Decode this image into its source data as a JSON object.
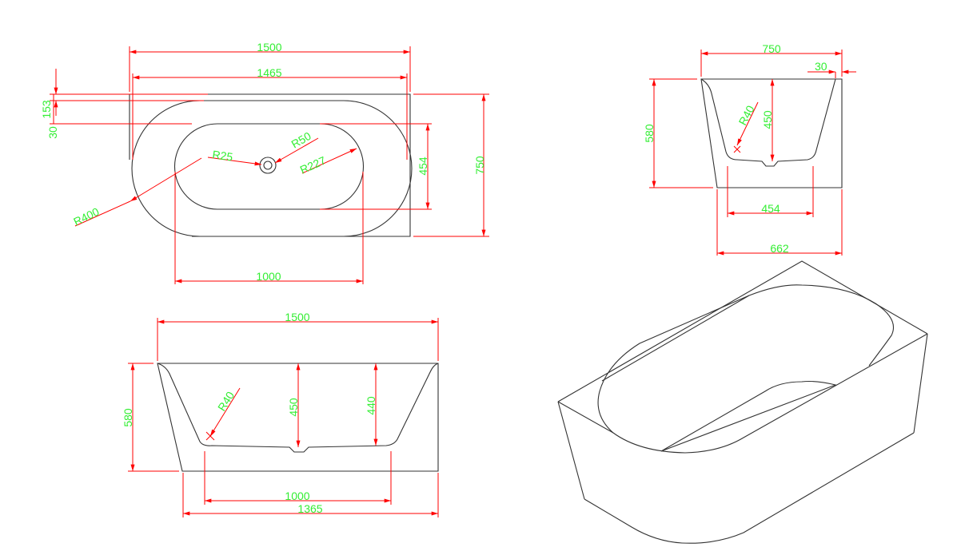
{
  "colors": {
    "object": "#333333",
    "dimension": "#ff0000",
    "label": "#33ee33"
  },
  "top_view": {
    "overall_length": "1500",
    "rim_length": "1465",
    "basin_length": "1000",
    "basin_width": "454",
    "overall_width": "750",
    "offset_30": "30",
    "offset_153": "153",
    "r25": "R25",
    "r50": "R50",
    "r227": "R227",
    "r400": "R400"
  },
  "front_view": {
    "overall_length": "1500",
    "height": "580",
    "depth_450": "450",
    "depth_440": "440",
    "bottom_length": "1000",
    "base_length": "1365",
    "radius": "R40"
  },
  "side_view": {
    "overall_width": "750",
    "rim_offset": "30",
    "height": "580",
    "depth": "450",
    "bottom_width": "454",
    "base_width": "662",
    "radius": "R40"
  }
}
